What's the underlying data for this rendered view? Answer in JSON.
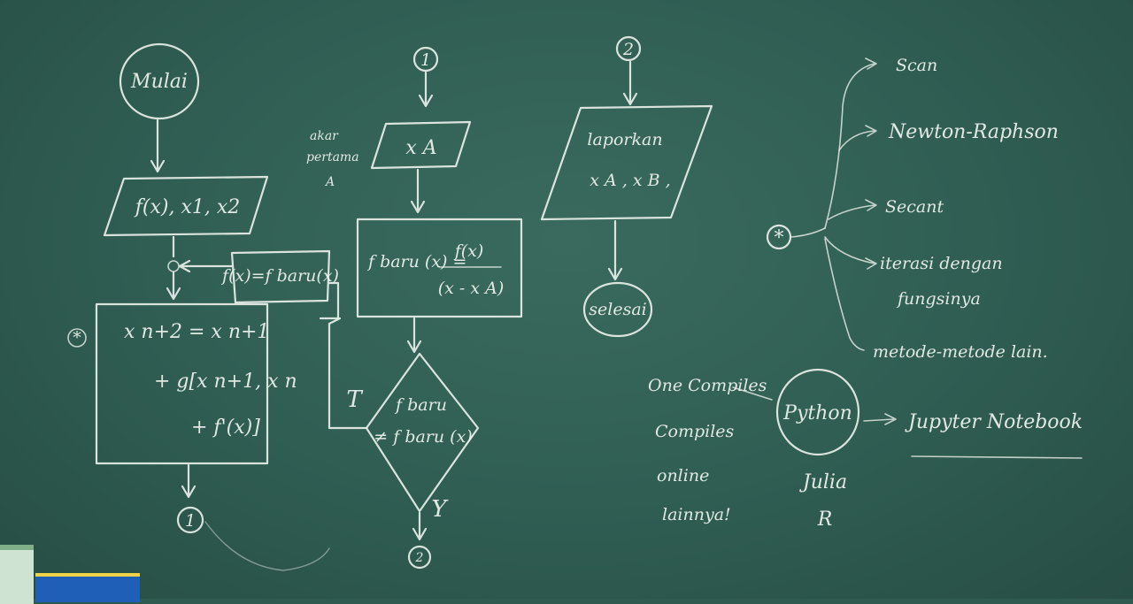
{
  "flowchart_left": {
    "start": "Mulai",
    "input": "f(x), x1, x2",
    "update_box": "f(x)=f baru(x)",
    "star": "*",
    "formula_line1": "x n+2 = x n+1",
    "formula_line2": "+ g[x n+1, x n",
    "formula_line3": "+ f'(x)]",
    "connector_1": "1"
  },
  "flowchart_middle": {
    "connector_1": "1",
    "side_note_line1": "akar",
    "side_note_line2": "pertama",
    "side_note_line3": "A",
    "input": "x A",
    "process_lhs": "f baru (x) =",
    "process_num": "f(x)",
    "process_den": "(x - x A)",
    "decision_line1": "f baru",
    "decision_line2": "≠ f baru (x)",
    "false_label": "T",
    "true_label": "Y",
    "connector_2": "2"
  },
  "flowchart_right": {
    "connector_2": "2",
    "output_line1": "laporkan",
    "output_line2": "x A , x B ,",
    "end": "selesai"
  },
  "methods": {
    "star": "*",
    "items": [
      "Scan",
      "Newton-Raphson",
      "Secant",
      "iterasi dengan",
      "fungsinya",
      "metode-metode lain."
    ]
  },
  "languages": {
    "note_line1": "One Compiles",
    "note_line2": "Compiles",
    "note_line3": "online",
    "note_line4": "lainnya!",
    "python": "Python",
    "jupyter": "Jupyter Notebook",
    "julia": "Julia",
    "r": "R"
  }
}
